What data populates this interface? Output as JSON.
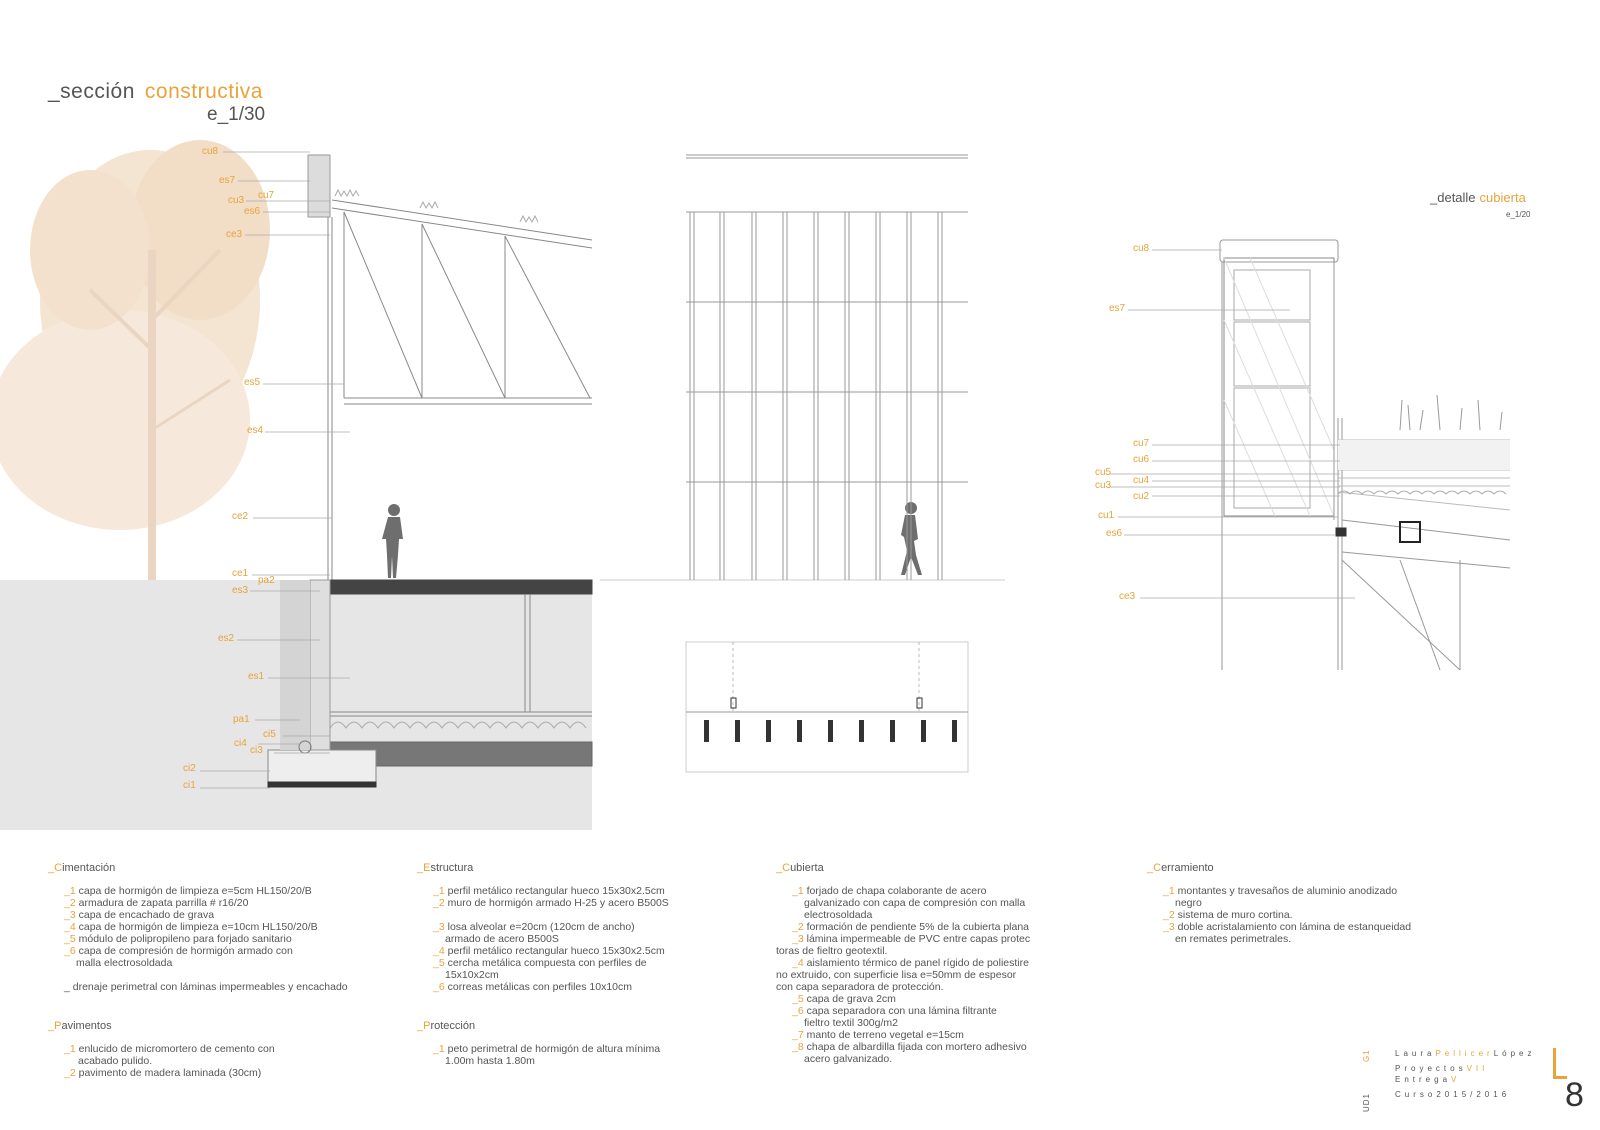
{
  "title": {
    "word1": "_sección",
    "word2": "constructiva",
    "scale": "e_1/30"
  },
  "detail": {
    "word1": "_detalle",
    "word2": "cubierta",
    "scale": "e_1/20"
  },
  "section_tags": [
    {
      "id": "cu8",
      "text": "cu8"
    },
    {
      "id": "es7",
      "text": "es7"
    },
    {
      "id": "cu3",
      "text": "cu3"
    },
    {
      "id": "cu7",
      "text": "cu7"
    },
    {
      "id": "es6",
      "text": "es6"
    },
    {
      "id": "ce3",
      "text": "ce3"
    },
    {
      "id": "es5",
      "text": "es5"
    },
    {
      "id": "es4",
      "text": "es4"
    },
    {
      "id": "ce2",
      "text": "ce2"
    },
    {
      "id": "ce1",
      "text": "ce1"
    },
    {
      "id": "pa2",
      "text": "pa2"
    },
    {
      "id": "es3",
      "text": "es3"
    },
    {
      "id": "es2",
      "text": "es2"
    },
    {
      "id": "es1",
      "text": "es1"
    },
    {
      "id": "pa1",
      "text": "pa1"
    },
    {
      "id": "ci5",
      "text": "ci5"
    },
    {
      "id": "ci4",
      "text": "ci4"
    },
    {
      "id": "ci3",
      "text": "ci3"
    },
    {
      "id": "ci2",
      "text": "ci2"
    },
    {
      "id": "ci1",
      "text": "ci1"
    }
  ],
  "detail_tags": [
    {
      "id": "d_cu8",
      "text": "cu8"
    },
    {
      "id": "d_es7",
      "text": "es7"
    },
    {
      "id": "d_cu7",
      "text": "cu7"
    },
    {
      "id": "d_cu6",
      "text": "cu6"
    },
    {
      "id": "d_cu5",
      "text": "cu5"
    },
    {
      "id": "d_cu4",
      "text": "cu4"
    },
    {
      "id": "d_cu3",
      "text": "cu3"
    },
    {
      "id": "d_cu2",
      "text": "cu2"
    },
    {
      "id": "d_cu1",
      "text": "cu1"
    },
    {
      "id": "d_es6",
      "text": "es6"
    },
    {
      "id": "d_ce3",
      "text": "ce3"
    }
  ],
  "cimentacion": {
    "head_first": "_C",
    "head_rest": "imentación",
    "items": [
      {
        "n": "_1",
        "t": "capa de hormigón de limpieza e=5cm HL150/20/B"
      },
      {
        "n": "_2",
        "t": "armadura de zapata parrilla # r16/20"
      },
      {
        "n": "_3",
        "t": "capa de encachado de grava"
      },
      {
        "n": "_4",
        "t": "capa de hormigón de limpieza e=10cm HL150/20/B"
      },
      {
        "n": "_5",
        "t": "módulo de polipropileno para forjado sanitario"
      },
      {
        "n": "_6",
        "t": "capa de compresión de hormigón armado con"
      }
    ],
    "item6b": "malla electrosoldada",
    "note": "_ drenaje perimetral con láminas impermeables y encachado"
  },
  "pavimentos": {
    "head_first": "_P",
    "head_rest": "avimentos",
    "items": [
      {
        "n": "_1",
        "t": "enlucido de micromortero de cemento con"
      },
      {
        "n": "_2",
        "t": "pavimento de madera laminada (30cm)"
      }
    ],
    "item1b": "acabado pulido."
  },
  "estructura": {
    "head_first": "_E",
    "head_rest": "structura",
    "items": [
      {
        "n": "_1",
        "t": "perfil metálico rectangular hueco 15x30x2.5cm"
      },
      {
        "n": "_2",
        "t": "muro de hormigón armado H-25 y acero B500S"
      },
      {
        "n": "_3",
        "t": "losa alveolar e=20cm  (120cm de ancho)"
      },
      {
        "n": "_4",
        "t": "perfil metálico rectangular hueco 15x30x2.5cm"
      },
      {
        "n": "_5",
        "t": "cercha metálica compuesta con perfiles de"
      },
      {
        "n": "_6",
        "t": "correas metálicas con perfiles 10x10cm"
      }
    ],
    "item3b": "armado de acero B500S",
    "item5b": "15x10x2cm"
  },
  "proteccion": {
    "head_first": "_P",
    "head_rest": "rotección",
    "items": [
      {
        "n": "_1",
        "t": "peto perimetral de hormigón de altura mínima"
      }
    ],
    "item1b": "1.00m hasta 1.80m"
  },
  "cubierta": {
    "head_first": "_C",
    "head_rest": "ubierta",
    "l1": "forjado de chapa colaborante de acero",
    "l1b": "galvanizado con capa de compresión con malla",
    "l1c": "electrosoldada",
    "l2": "formación de pendiente 5% de la cubierta plana",
    "l3": "lámina impermeable de PVC entre capas protec",
    "l3b": "toras de fieltro geotextil.",
    "l4": "aislamiento térmico de panel rígido de poliestire",
    "l4b": "no extruido, con superficie lisa e=50mm de espesor",
    "l4c": "con capa separadora de protección.",
    "l5": "capa de grava 2cm",
    "l6": "capa separadora con una lámina filtrante",
    "l6b": "fieltro textil 300g/m2",
    "l7": "manto de terreno vegetal e=15cm",
    "l8": "chapa de albardilla fijada con mortero adhesivo",
    "l8b": "acero galvanizado.",
    "n1": "_1",
    "n2": "_2",
    "n3": "_3",
    "n4": "_4",
    "n5": "_5",
    "n6": "_6",
    "n7": "_7",
    "n8": "_8"
  },
  "cerramiento": {
    "head_first": "_C",
    "head_rest": "erramiento",
    "l1": "montantes y travesaños de aluminio anodizado",
    "l1b": "negro",
    "l2": "sistema de muro cortina.",
    "l3": "doble acristalamiento con lámina de estanqueidad",
    "l3b": "en remates perimetrales.",
    "n1": "_1",
    "n2": "_2",
    "n3": "_3"
  },
  "footer": {
    "name_a": "Laura",
    "name_b": "Pellicer",
    "name_c": "López",
    "course_a": "Proyectos",
    "course_b": "VII",
    "entrega_a": "Entrega",
    "entrega_b": "V",
    "year": "Curso2015/2016",
    "vert1": "G1",
    "vert2": "UD1",
    "page": "8"
  },
  "colors": {
    "accent": "#e8a33a",
    "line": "#888888",
    "ground": "#e6e6e6",
    "tree": "#e8c9a8"
  }
}
